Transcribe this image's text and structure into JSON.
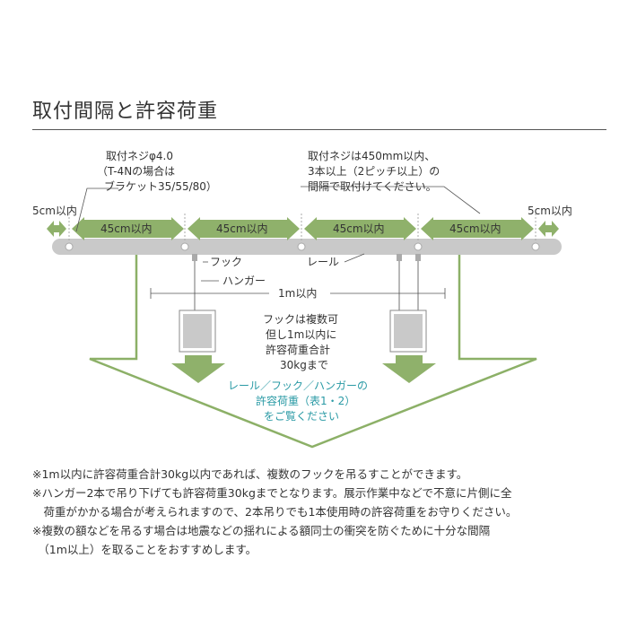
{
  "title": "取付間隔と許容荷重",
  "diagram": {
    "screw_callout": [
      "取付ネジφ4.0",
      "（T-4Nの場合は",
      "ブラケット35/55/80）"
    ],
    "interval_callout": [
      "取付ネジは450mm以内、",
      "3本以上（2ピッチ以上）の",
      "間隔で取付けてください。"
    ],
    "edge_left": "5cm以内",
    "edge_right": "5cm以内",
    "span_labels": [
      "45cm以内",
      "45cm以内",
      "45cm以内",
      "45cm以内"
    ],
    "hook_label": "フック",
    "hanger_label": "ハンガー",
    "rail_label": "レール",
    "span_1m": "1m以内",
    "load_note": [
      "フックは複数可",
      "但し1m以内に",
      "許容荷重合計",
      "30kgまで"
    ],
    "ref_note": [
      "レール／フック／ハンガーの",
      "許容荷重（表1・2）",
      "をご覧ください"
    ]
  },
  "notes": [
    "※1m以内に許容荷重合計30kg以内であれば、複数のフックを吊るすことができます。",
    "※ハンガー2本で吊り下げても許容荷重30kgまでとなります。展示作業中などで不意に片側に全",
    "　荷重がかかる場合が考えられますので、2本吊りでも1本使用時の許容荷重をお守りください。",
    "※複数の額などを吊るす場合は地震などの揺れによる額同士の衝突を防ぐために十分な間隔",
    "　（1m以上）を取ることをおすすめします。"
  ],
  "colors": {
    "arrow_green": "#8fb16b",
    "outline_green": "#8cb067",
    "teal_text": "#2a9aa5",
    "rail_gray": "#c8c8c8"
  }
}
